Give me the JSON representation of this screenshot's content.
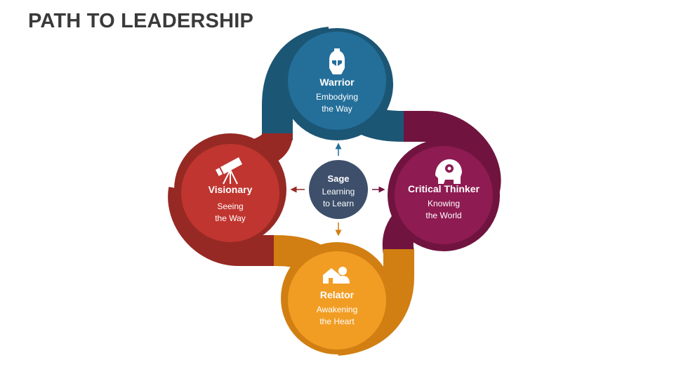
{
  "slide": {
    "title": "PATH TO LEADERSHIP"
  },
  "colors": {
    "warrior": "#246f9a",
    "warrior_dark": "#1c5675",
    "critical": "#8e1b52",
    "critical_dark": "#70143f",
    "relator": "#f19d24",
    "relator_dark": "#d17f12",
    "visionary": "#c0352f",
    "visionary_dark": "#962924",
    "sage": "#3d4f6b"
  },
  "center": {
    "name": "Sage",
    "desc_line1": "Learning",
    "desc_line2": "to Learn"
  },
  "nodes": {
    "warrior": {
      "name": "Warrior",
      "desc_line1": "Embodying",
      "desc_line2": "the Way",
      "icon": "helmet-icon"
    },
    "critical": {
      "name": "Critical Thinker",
      "desc_line1": "Knowing",
      "desc_line2": "the World",
      "icon": "head-gear-icon"
    },
    "relator": {
      "name": "Relator",
      "desc_line1": "Awakening",
      "desc_line2": "the Heart",
      "icon": "house-person-icon"
    },
    "visionary": {
      "name": "Visionary",
      "desc_line1": "Seeing",
      "desc_line2": "the Way",
      "icon": "telescope-icon"
    }
  }
}
